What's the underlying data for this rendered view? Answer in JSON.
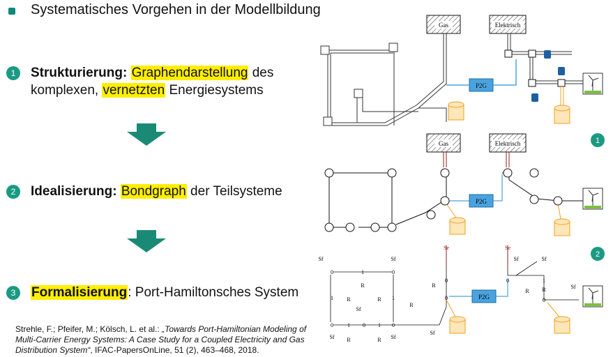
{
  "header": {
    "title": "Systematisches Vorgehen in der Modellbildung"
  },
  "steps": [
    {
      "number": "1",
      "bold": "Strukturierung:",
      "hl1": "Graphendarstellung",
      "t1": " des",
      "line2a": "komplexen, ",
      "hl2": "vernetzten",
      "line2b": " Energiesystems"
    },
    {
      "number": "2",
      "bold": "Idealisierung:",
      "hl1": "Bondgraph",
      "t1": " der Teilsysteme"
    },
    {
      "number": "3",
      "bold": "Formalisierung",
      "rest": ": Port-Hamiltonsches System"
    }
  ],
  "citation": {
    "authors": "Strehle, F.; Pfeifer, M.; Kölsch, L. et al.: ",
    "title": "„Towards Port-Hamiltonian Modeling of Multi-Carrier Energy Systems: A Case Study for a Coupled Electricity and Gas Distribution System“",
    "source": ", IFAC-PapersOnLine, 51 (2), 463–468, 2018."
  },
  "diagram": {
    "gas_label": "Gas",
    "elektrisch_label": "Elektrisch",
    "p2g_label": "P2G",
    "badge_1": "1",
    "badge_2": "2",
    "se_label": "Se",
    "sf_label": "Sf",
    "r_label": "R",
    "zero": "0",
    "one": "1",
    "colors": {
      "accent": "#1a9a82",
      "highlight": "#ffee00",
      "p2g_fill": "#4aa3df",
      "storage": "#f4a020",
      "gas_line": "#8b1e1e"
    }
  }
}
